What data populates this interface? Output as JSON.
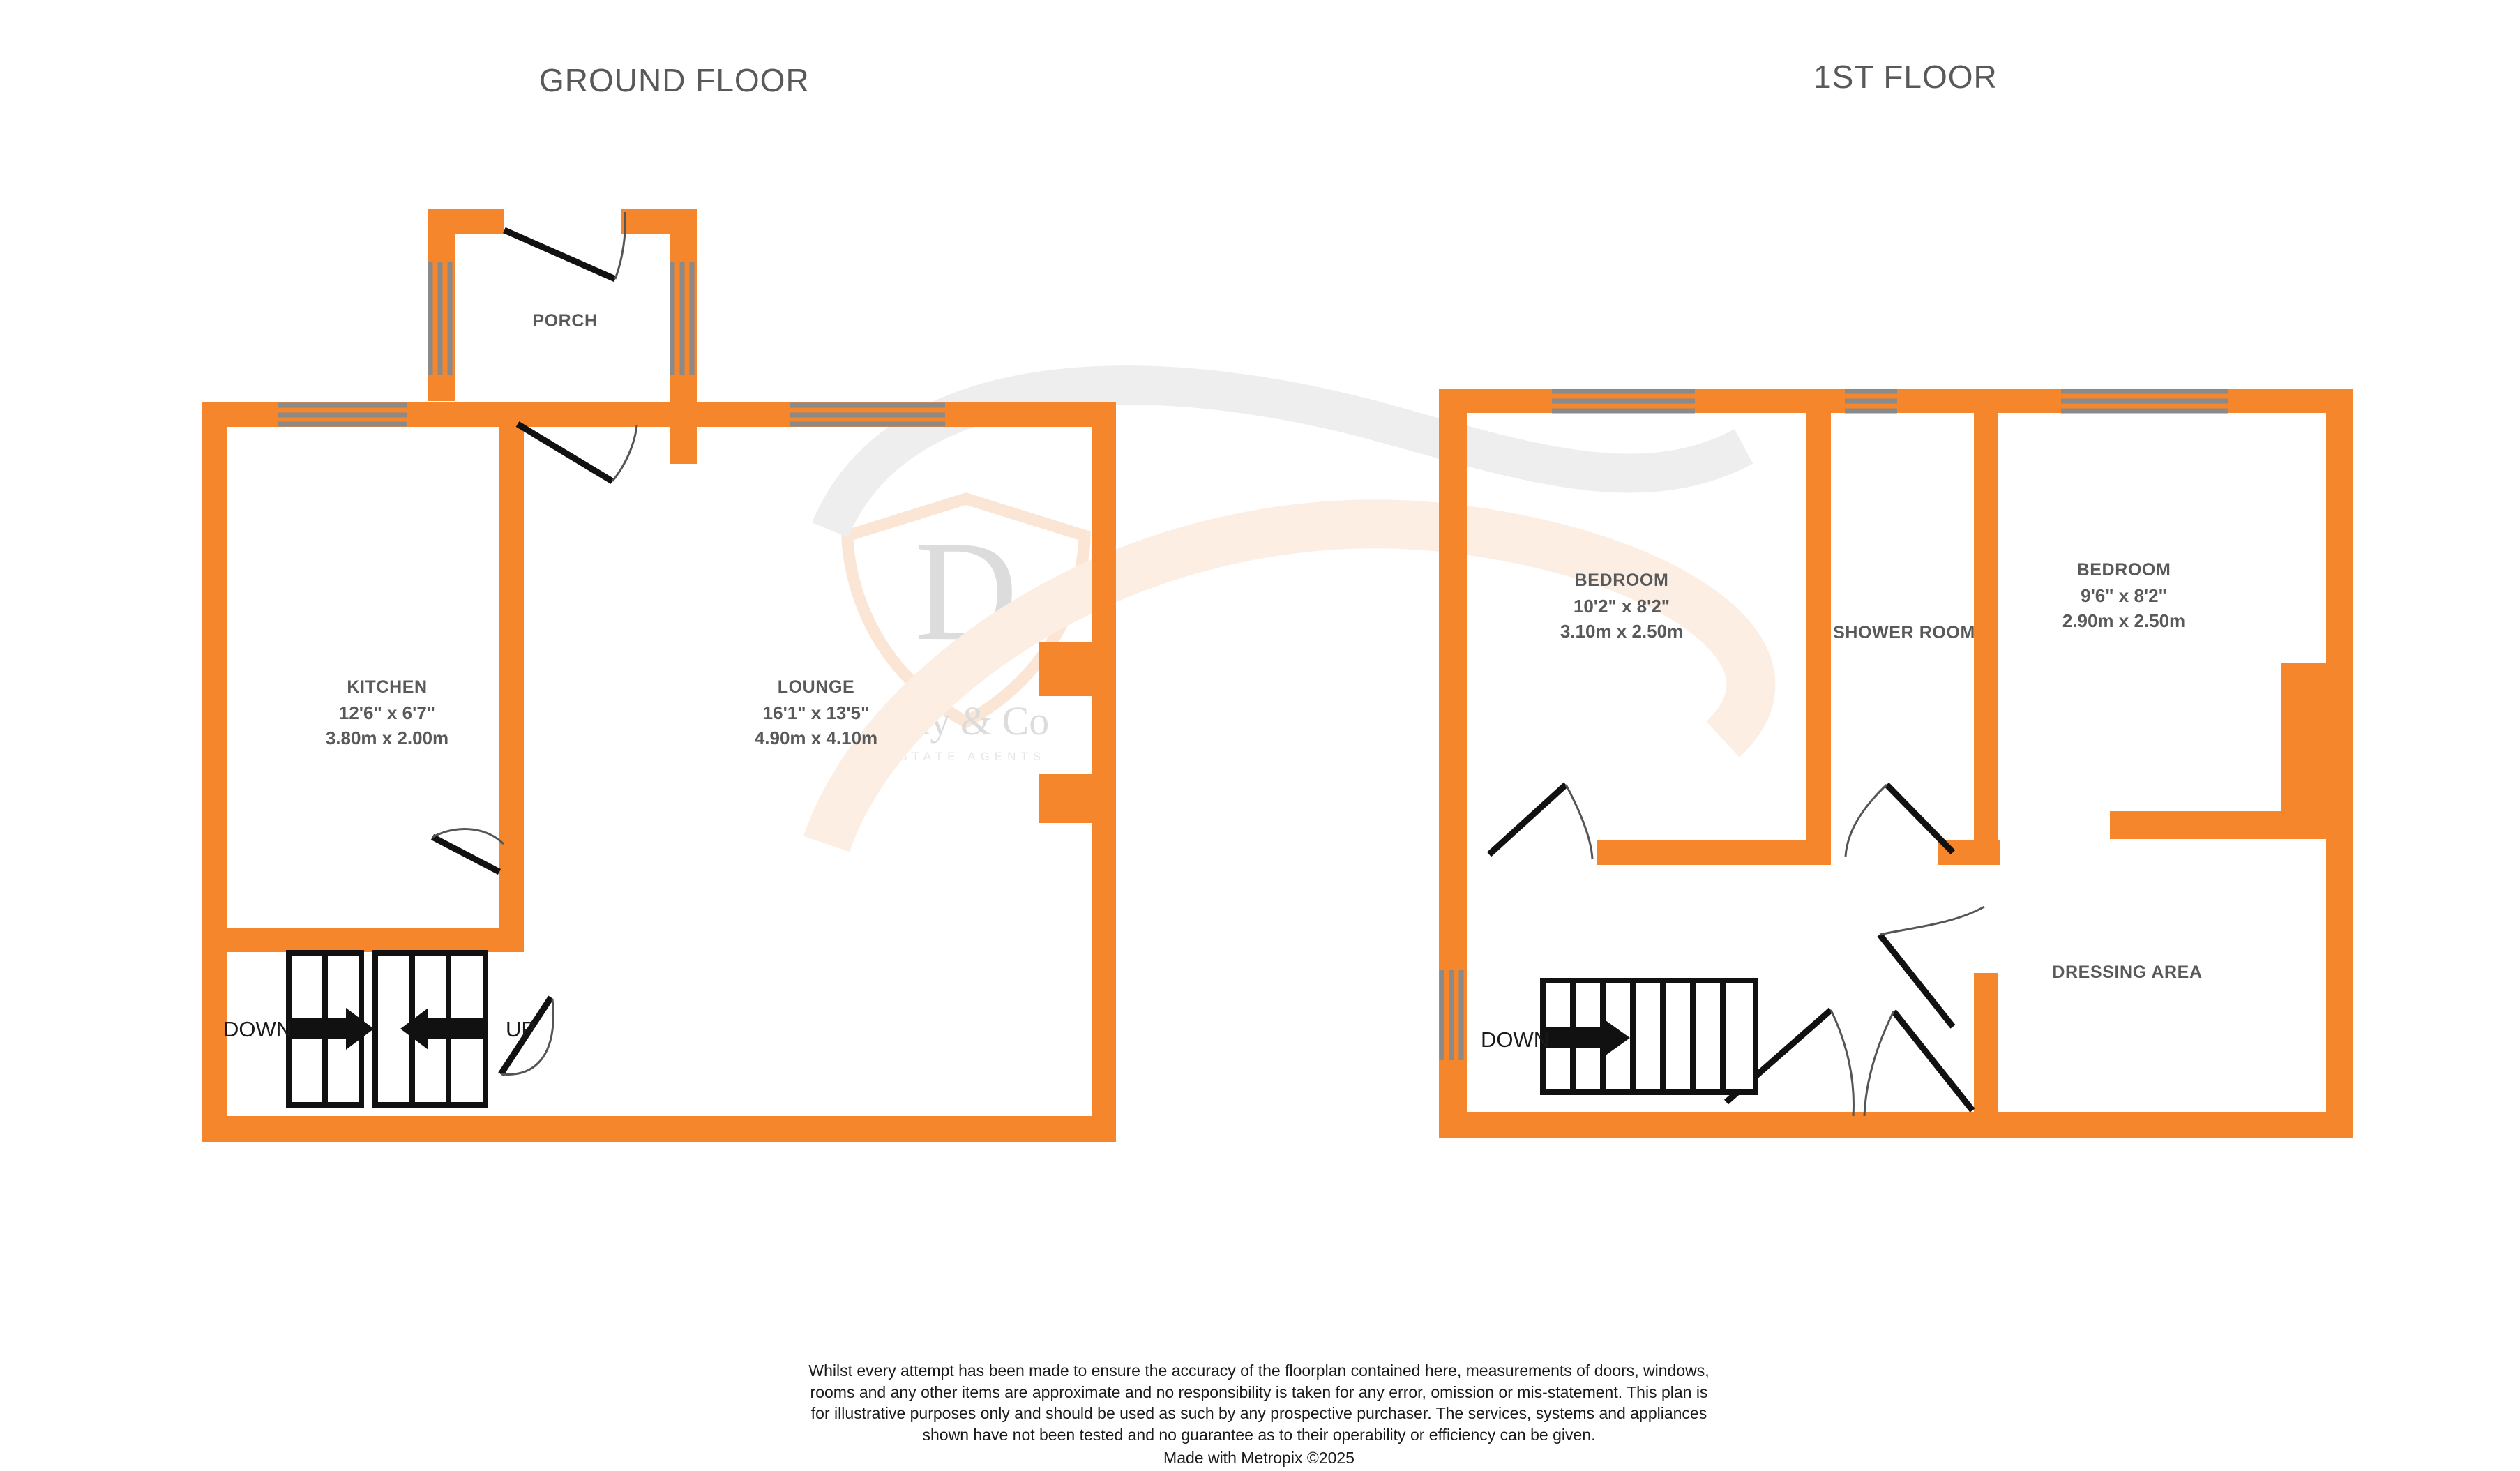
{
  "page": {
    "type": "floorplan",
    "background": "#ffffff",
    "wall_color": "#F5862B",
    "text_color": "#58595b",
    "window_color": "#8a8a8a"
  },
  "floors": [
    {
      "id": "ground",
      "title": "GROUND FLOOR",
      "rooms": [
        {
          "name": "PORCH",
          "imperial": "",
          "metric": ""
        },
        {
          "name": "KITCHEN",
          "imperial": "12'6\"  x 6'7\"",
          "metric": "3.80m  x 2.00m"
        },
        {
          "name": "LOUNGE",
          "imperial": "16'1\"  x 13'5\"",
          "metric": "4.90m  x 4.10m"
        }
      ],
      "stairs": [
        {
          "label": "DOWN",
          "direction": "right",
          "treads": 2
        },
        {
          "label": "UP",
          "direction": "left",
          "treads": 3
        }
      ]
    },
    {
      "id": "first",
      "title": "1ST FLOOR",
      "rooms": [
        {
          "name": "BEDROOM",
          "imperial": "10'2\"  x 8'2\"",
          "metric": "3.10m  x 2.50m"
        },
        {
          "name": "SHOWER ROOM",
          "imperial": "",
          "metric": ""
        },
        {
          "name": "BEDROOM",
          "imperial": "9'6\"  x 8'2\"",
          "metric": "2.90m  x 2.50m"
        },
        {
          "name": "DRESSING AREA",
          "imperial": "",
          "metric": ""
        }
      ],
      "stairs": [
        {
          "label": "DOWN",
          "direction": "right",
          "treads": 7
        }
      ]
    }
  ],
  "watermark": {
    "monogram": "D",
    "name": "Day & Co",
    "subtitle": "ESTATE AGENTS"
  },
  "footer": {
    "disclaimer": "Whilst every attempt has been made to ensure the accuracy of the floorplan contained here, measurements of doors, windows, rooms and any other items are approximate and no responsibility is taken for any error, omission or mis-statement. This plan is for illustrative purposes only and should be used as such by any prospective purchaser. The services, systems and appliances shown have not been tested and no guarantee as to their operability or efficiency can be given.",
    "credit": "Made with Metropix ©2025"
  }
}
